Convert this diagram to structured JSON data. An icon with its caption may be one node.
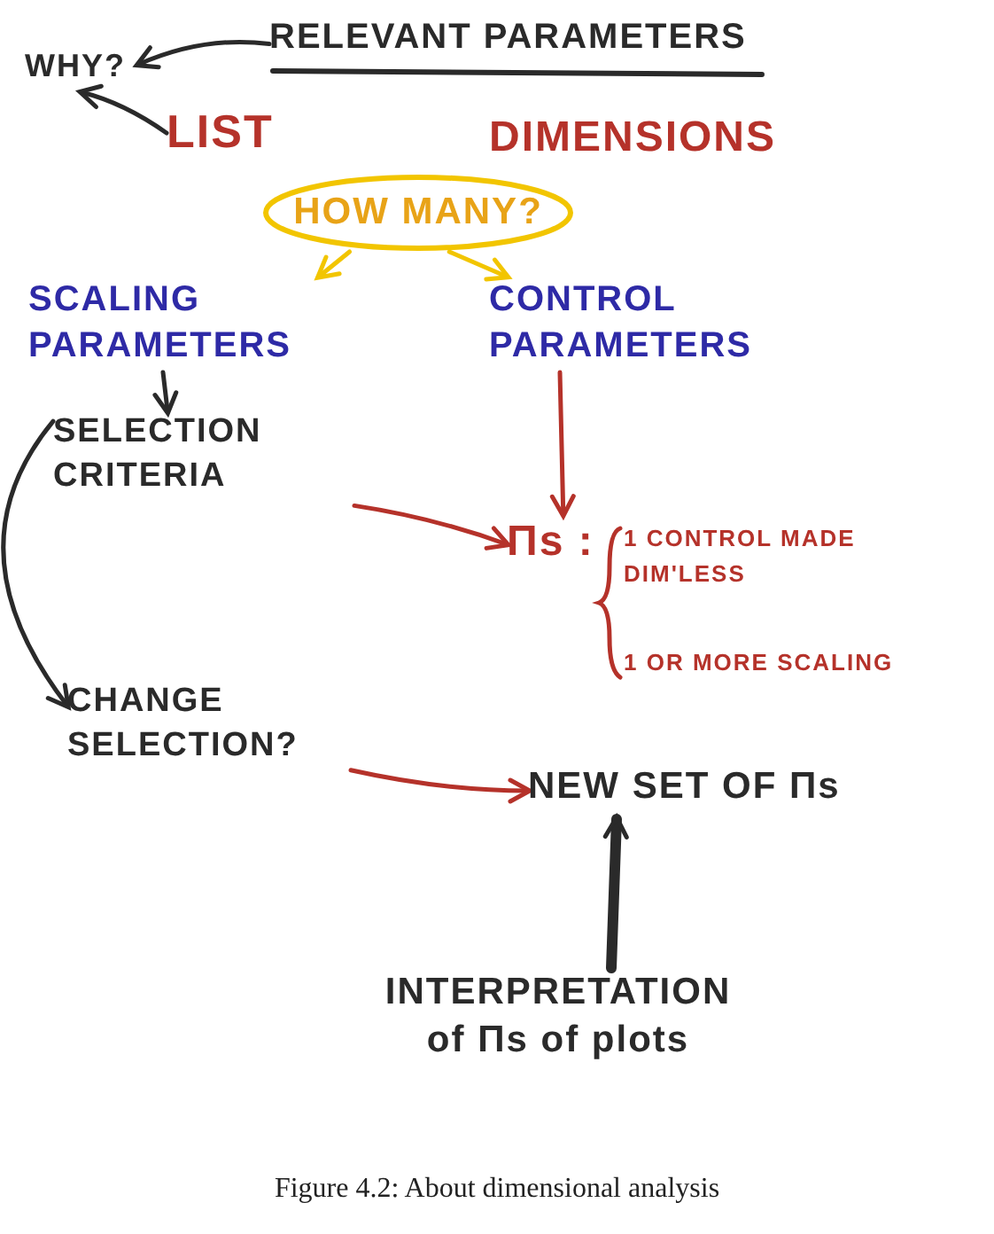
{
  "diagram": {
    "caption": "Figure 4.2: About dimensional analysis",
    "nodes": [
      {
        "text": [
          "WHY?"
        ]
      },
      {
        "text": [
          "RELEVANT PARAMETERS"
        ]
      },
      {
        "text": [
          "LIST"
        ]
      },
      {
        "text": [
          "DIMENSIONS"
        ]
      },
      {
        "text": [
          "HOW MANY?"
        ]
      },
      {
        "text": [
          "SCALING PARAMETERS"
        ]
      },
      {
        "text": [
          "CONTROL PARAMETERS"
        ]
      },
      {
        "text": [
          "SELECTION CRITERIA"
        ]
      },
      {
        "text": [
          "CHANGE SELECTION?"
        ]
      },
      {
        "text": [
          "Πs :"
        ],
        "beside": [
          "1 CONTROL MADE DIM'LESS",
          "1 OR MORE SCALING"
        ]
      },
      {
        "text": [
          "NEW SET OF Πs"
        ]
      },
      {
        "text": [
          "INTERPRETATION of Πs of plots"
        ]
      }
    ],
    "edges": [
      {
        "from": 1,
        "to": 0,
        "arrow": "to"
      },
      {
        "from": 2,
        "to": 0,
        "arrow": "to"
      },
      {
        "from": 4,
        "to": 5,
        "arrow": "to",
        "color": "#f2c500"
      },
      {
        "from": 4,
        "to": 6,
        "arrow": "to",
        "color": "#f2c500"
      },
      {
        "from": 5,
        "to": 7,
        "arrow": "to"
      },
      {
        "from": 6,
        "to": 9,
        "arrow": "to",
        "color": "#b5322a"
      },
      {
        "from": 7,
        "to": 9,
        "arrow": "to",
        "color": "#b5322a"
      },
      {
        "from": 7,
        "to": 8,
        "arrow": "to"
      },
      {
        "from": 8,
        "to": 10,
        "arrow": "to",
        "color": "#b5322a"
      },
      {
        "from": 11,
        "to": 10,
        "arrow": "to",
        "style": "thick"
      }
    ]
  }
}
